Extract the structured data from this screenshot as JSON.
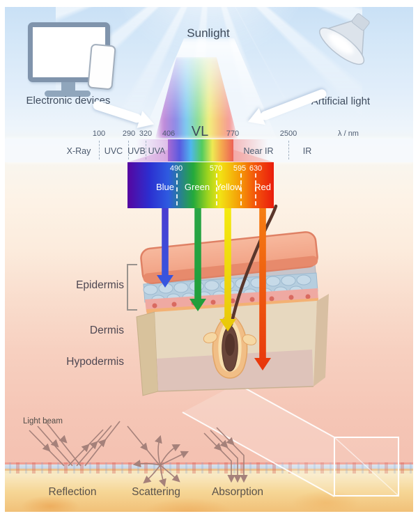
{
  "figure": {
    "sunlight_label": "Sunlight",
    "electronic_devices_label": "Electronic devices",
    "artificial_light_label": "Artificial light"
  },
  "spectrum": {
    "unit_label": "λ / nm",
    "vl_label": "VL",
    "ticks": [
      "100",
      "290",
      "320",
      "406",
      "770",
      "2500"
    ],
    "bands": [
      "X-Ray",
      "UVC",
      "UVB",
      "UVA",
      "Near IR",
      "IR"
    ]
  },
  "visible_bar": {
    "wavelength_labels": [
      "490",
      "570",
      "595",
      "630"
    ],
    "color_labels": [
      "Blue",
      "Green",
      "Yellow",
      "Red"
    ],
    "arrow_colors": {
      "blue": "#3f51d8",
      "green": "#25a23f",
      "yellow": "#f2e008",
      "red": "#ee4d0e"
    },
    "bar_gradient_ends": {
      "left": "#5606a0",
      "right": "#ea1c0c"
    }
  },
  "skin": {
    "layer_labels": [
      "Epidermis",
      "Dermis",
      "Hypodermis"
    ]
  },
  "surface_interactions": {
    "light_beam_label": "Light beam",
    "process_labels": [
      "Reflection",
      "Scattering",
      "Absorption"
    ]
  }
}
